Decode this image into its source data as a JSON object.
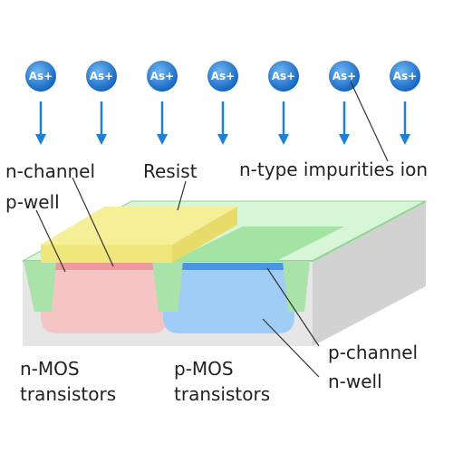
{
  "ion_symbol": "As+",
  "ion_count": 7,
  "labels": {
    "n_channel": "n-channel",
    "p_well": "p-well",
    "resist": "Resist",
    "n_type_impurities_ion": "n-type impurities ion",
    "n_mos_line1": "n-MOS",
    "n_mos_line2": "transistors",
    "p_mos_line1": "p-MOS",
    "p_mos_line2": "transistors",
    "p_channel": "p-channel",
    "n_well": "n-well"
  },
  "colors": {
    "ion": "#1e7fd6",
    "arrow": "#1e7fd6",
    "resist": "#f2ec8c",
    "substrate_top": "#d7f5d7",
    "substrate_front": "#e6e6e6",
    "substrate_side": "#cfcfcf",
    "p_well": "#f5c4c4",
    "n_channel": "#ee9a9a",
    "n_well": "#9fcdf5",
    "p_channel": "#4a96e0",
    "isolation": "#a9e3a9",
    "n_well_top": "#a3e3a3"
  }
}
